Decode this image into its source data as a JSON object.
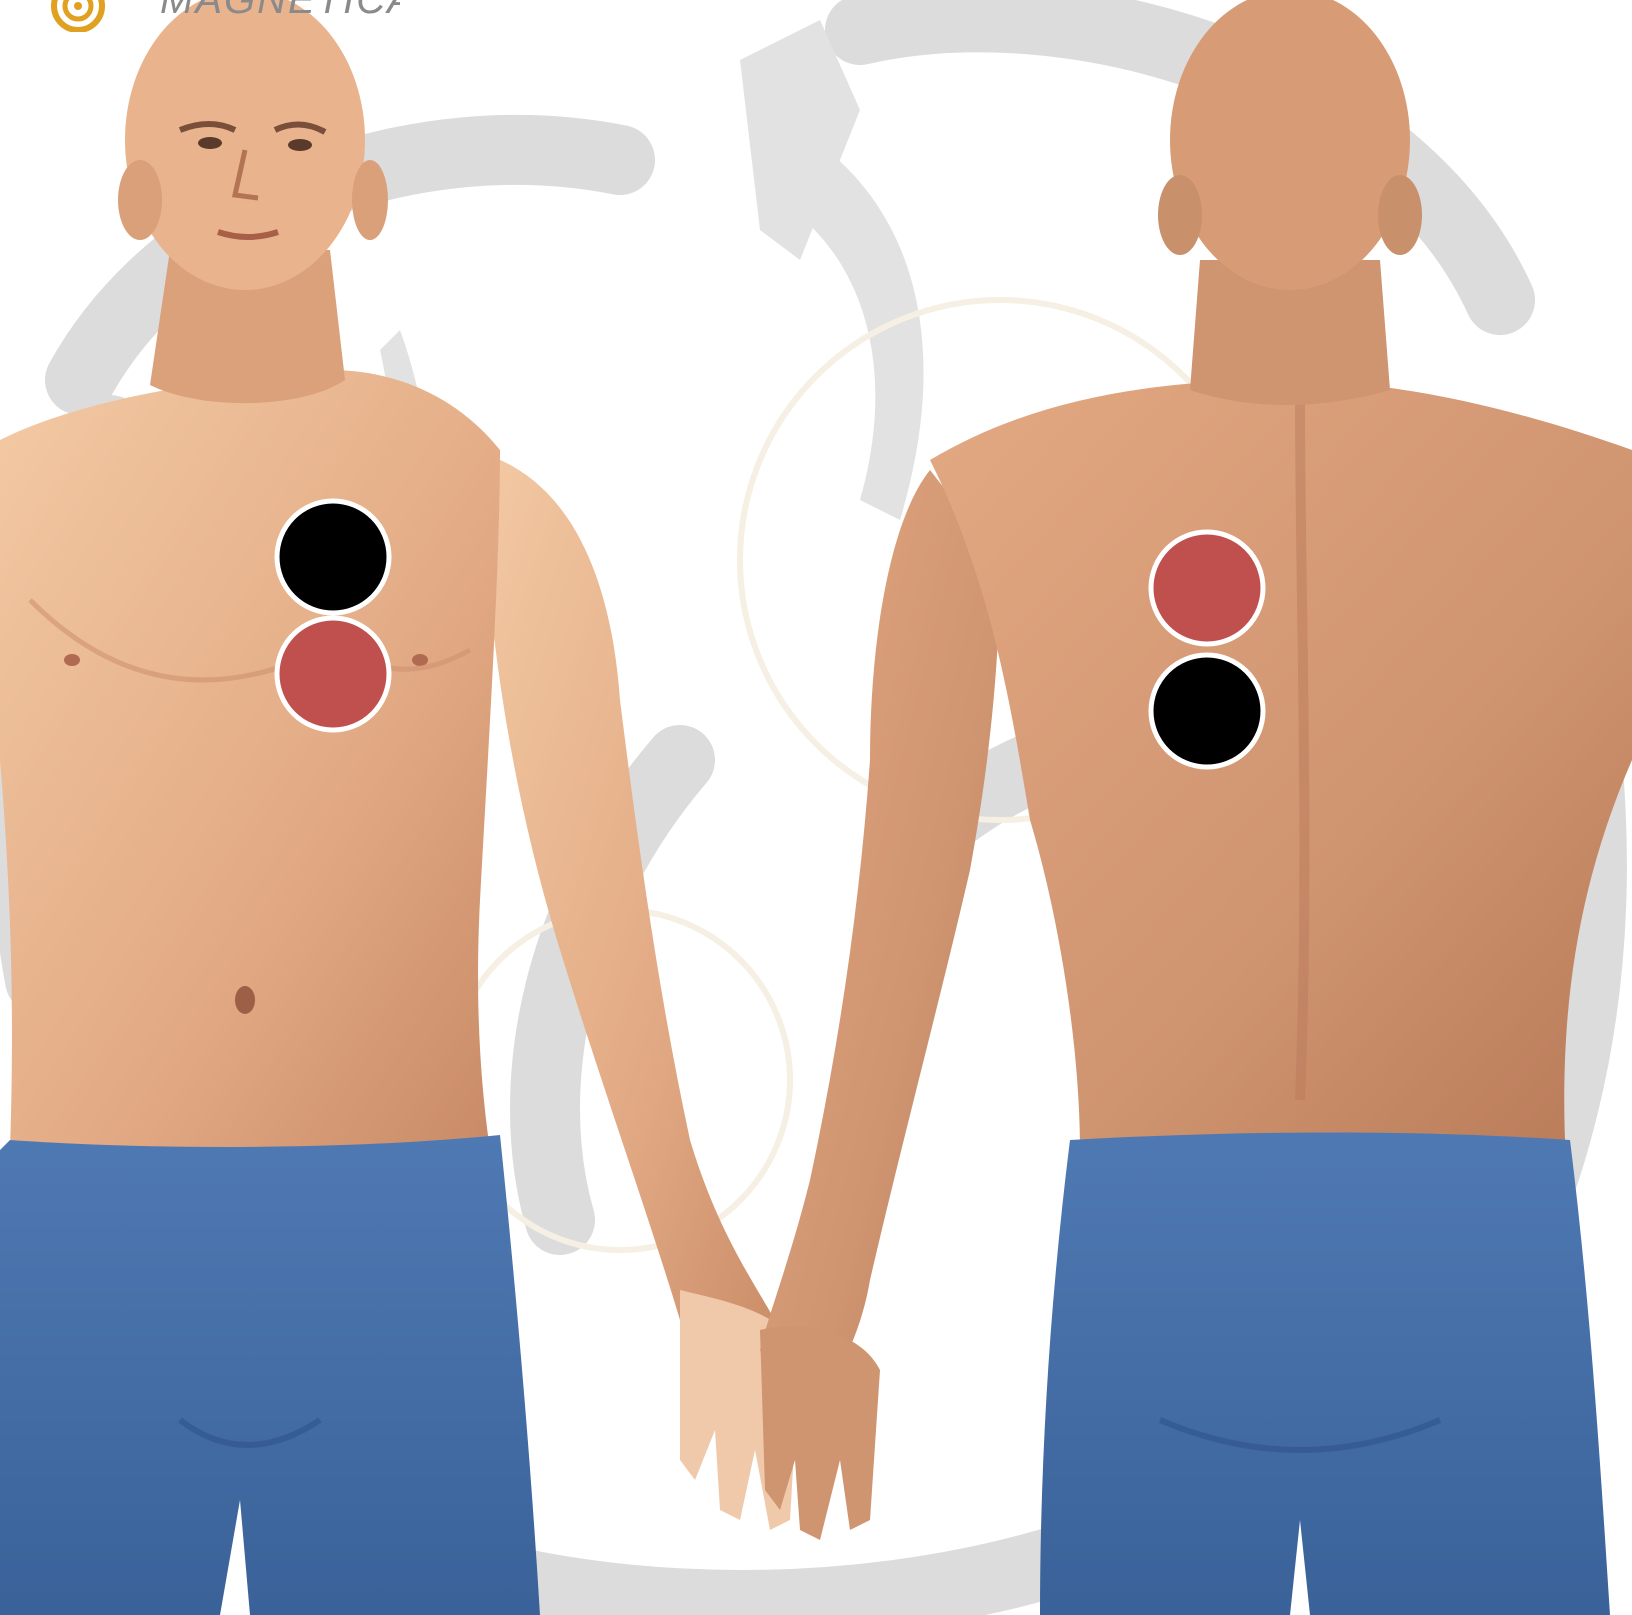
{
  "logo": {
    "text": "MAGNETICAS",
    "accent_color": "#e0a020"
  },
  "figures": [
    {
      "view": "front",
      "magnets": [
        {
          "polarity": "north",
          "color": "#000000"
        },
        {
          "polarity": "south",
          "color": "#c0504d"
        }
      ]
    },
    {
      "view": "back",
      "magnets": [
        {
          "polarity": "south",
          "color": "#c0504d"
        },
        {
          "polarity": "north",
          "color": "#000000"
        }
      ]
    }
  ],
  "colors": {
    "background": "#ffffff",
    "watermark": "#d9d9d9",
    "skin_light": "#f0c7a1",
    "skin_mid": "#d8a07a",
    "skin_dark": "#b37452",
    "shorts": "#3e6aa4",
    "shorts_dark": "#2e5285",
    "magnet_red": "#c0504d",
    "magnet_black": "#000000",
    "magnet_border": "#ffffff"
  }
}
